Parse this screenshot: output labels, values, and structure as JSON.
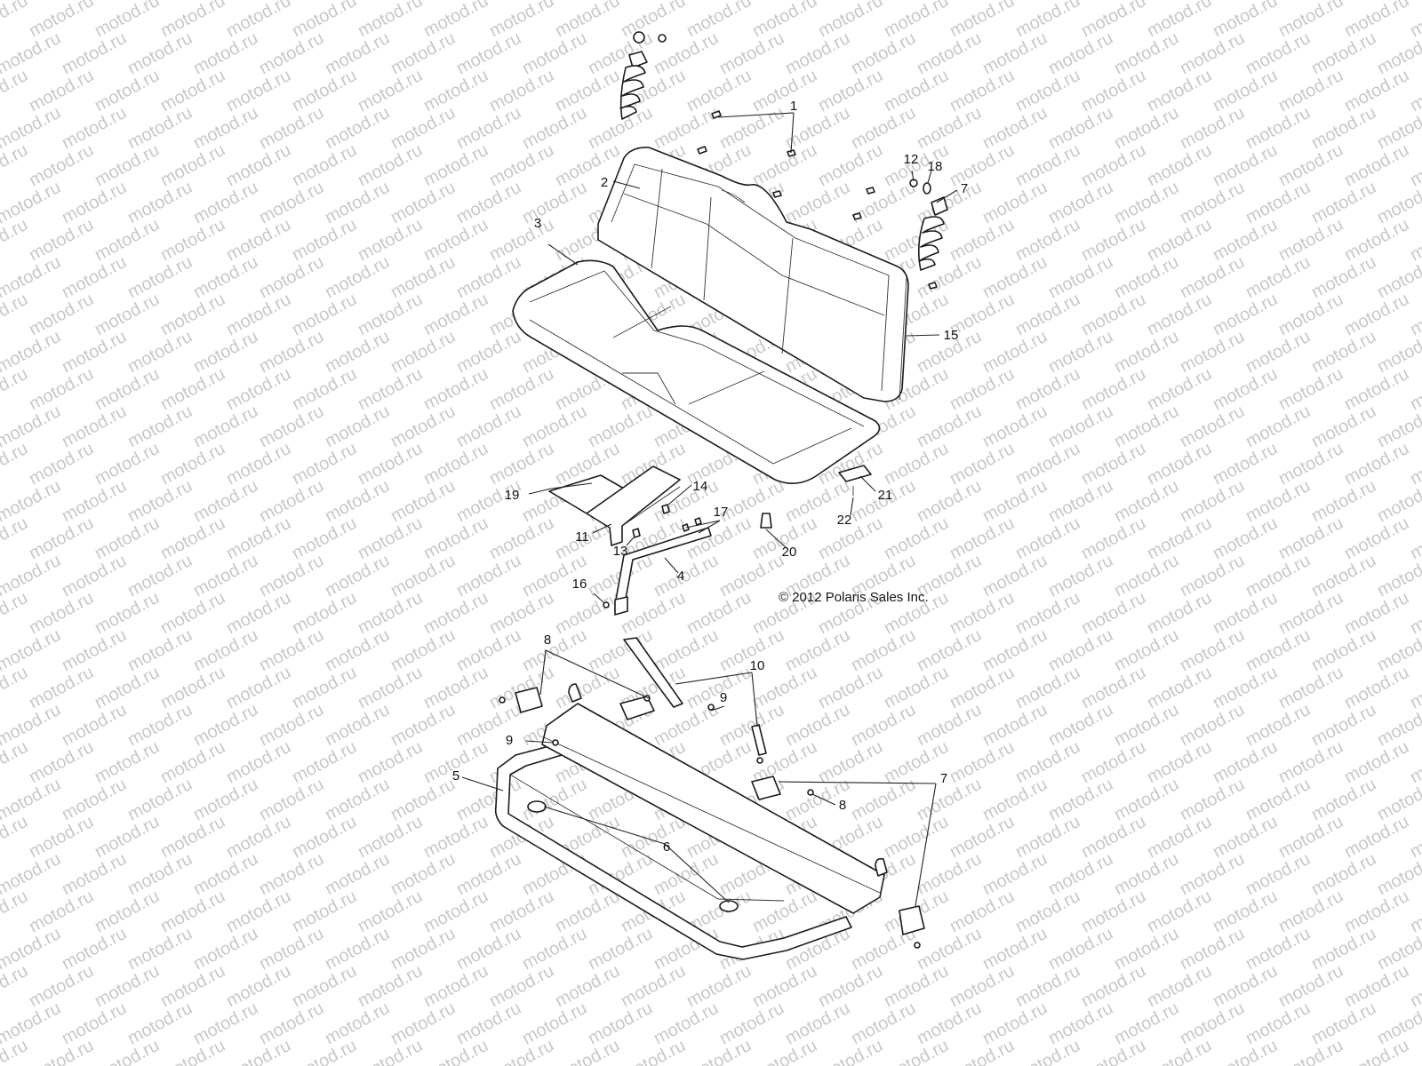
{
  "watermark": "motod.ru",
  "copyright": "© 2012 Polaris Sales Inc.",
  "callouts": [
    "1",
    "2",
    "3",
    "4",
    "5",
    "6",
    "7",
    "7",
    "8",
    "8",
    "9",
    "9",
    "10",
    "11",
    "12",
    "13",
    "14",
    "15",
    "16",
    "17",
    "18",
    "19",
    "20",
    "21",
    "22"
  ],
  "colors": {
    "line": "#1a1a1a",
    "watermark": "#c8c8c8",
    "background": "#ffffff"
  }
}
